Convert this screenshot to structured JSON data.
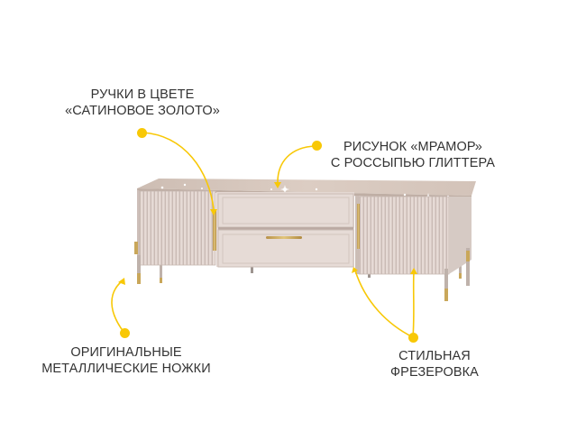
{
  "callouts": [
    {
      "id": "handles",
      "lines": [
        "РУЧКИ В ЦВЕТЕ",
        "«САТИНОВОЕ ЗОЛОТО»"
      ]
    },
    {
      "id": "marble",
      "lines": [
        "РИСУНОК «МРАМОР»",
        "С РОССЫПЬЮ ГЛИТТЕРА"
      ]
    },
    {
      "id": "legs",
      "lines": [
        "ОРИГИНАЛЬНЫЕ",
        "МЕТАЛЛИЧЕСКИЕ НОЖКИ"
      ]
    },
    {
      "id": "milling",
      "lines": [
        "СТИЛЬНАЯ",
        "ФРЕЗЕРОВКА"
      ]
    }
  ],
  "colors": {
    "accent_yellow": "#f8c806",
    "cabinet_body": "#e3d6d1",
    "cabinet_shadow": "#cfc0ba",
    "top_surface": "#d9c9c0",
    "gold_handle": "#c9a75a",
    "text": "#333333"
  }
}
